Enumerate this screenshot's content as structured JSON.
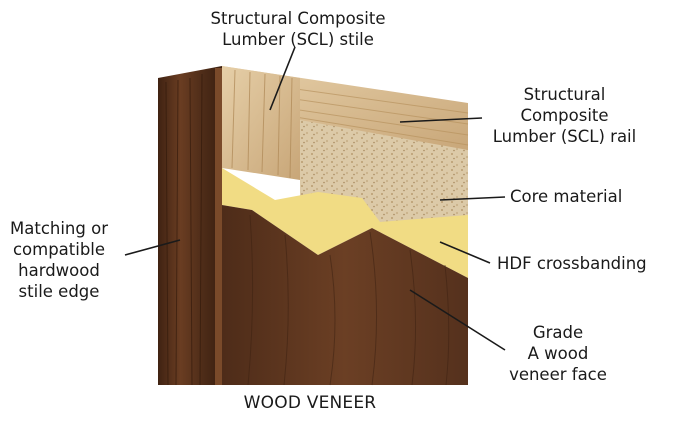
{
  "labels": {
    "scl_stile": {
      "line1": "Structural Composite",
      "line2": "Lumber (SCL) stile"
    },
    "scl_rail": {
      "line1": "Structural",
      "line2": "Composite",
      "line3": "Lumber (SCL) rail"
    },
    "core": "Core material",
    "hdf": "HDF crossbanding",
    "stile_edge": {
      "line1": "Matching or",
      "line2": "compatible",
      "line3": "hardwood",
      "line4": "stile edge"
    },
    "veneer_face": {
      "line1": "Grade",
      "line2": "A wood",
      "line3": "veneer face"
    }
  },
  "caption": "WOOD VENEER",
  "colors": {
    "hardwood_dark": "#4a2a17",
    "hardwood_mid": "#6b3e22",
    "veneer_face": "#5a3320",
    "scl_light": "#e3c9a0",
    "scl_mid": "#c9a474",
    "core": "#d9c6a4",
    "hdf": "#f2dd86",
    "leader": "#1a1a1a"
  }
}
